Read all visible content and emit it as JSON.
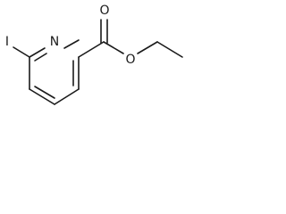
{
  "molecule": {
    "atoms": {
      "iodine": "I",
      "ring_nitrogen": "N",
      "carbonyl_oxygen": "O",
      "ester_oxygen": "O"
    }
  }
}
